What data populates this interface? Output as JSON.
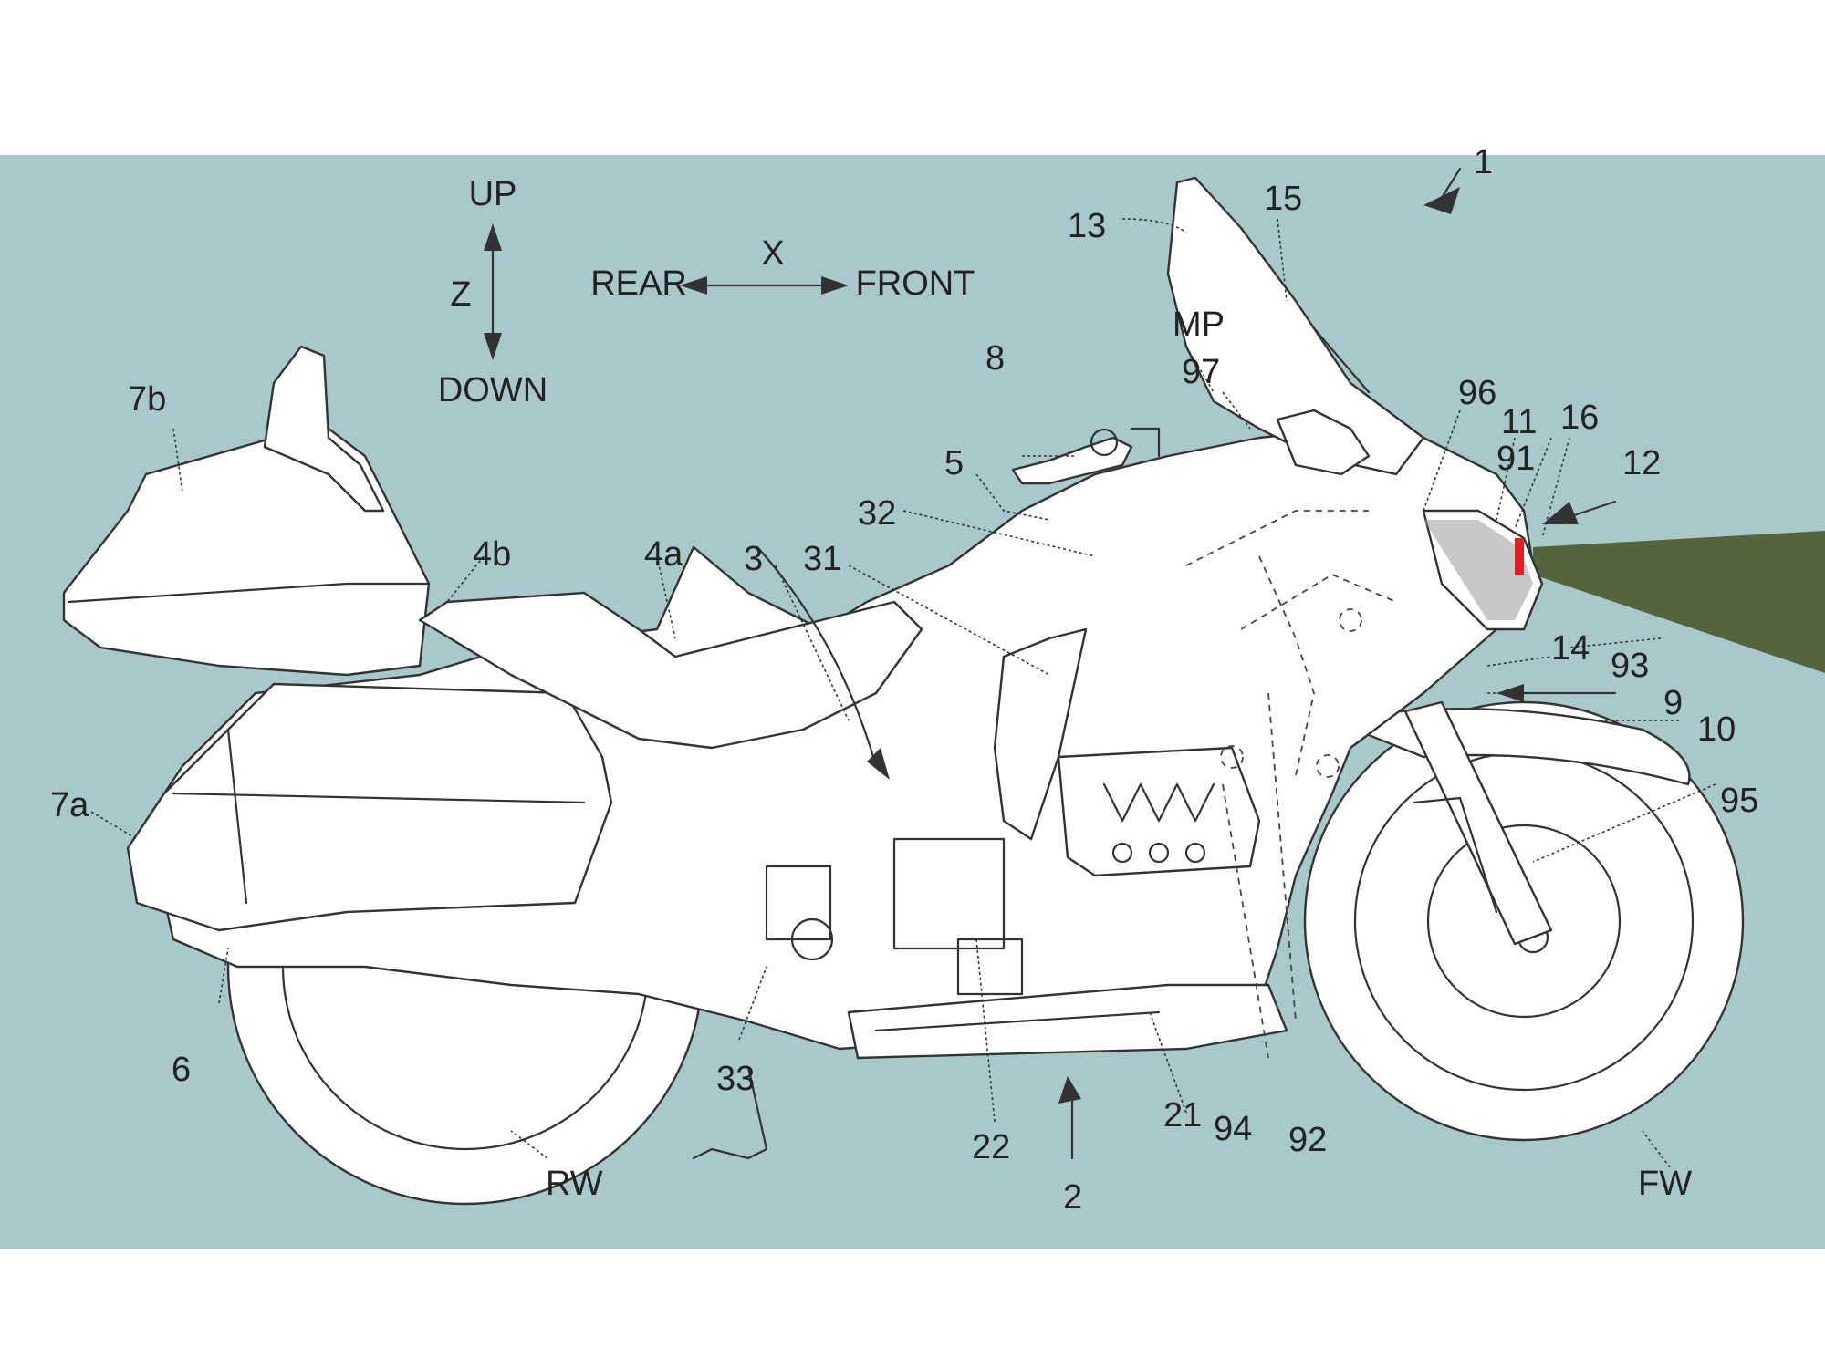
{
  "figure": {
    "background_color": "#a9c8cc",
    "line_color": "#333333",
    "beam_color": "#4a5a2e",
    "highlight_color": "#e02020"
  },
  "axes": {
    "up": "UP",
    "down": "DOWN",
    "z": "Z",
    "x": "X",
    "rear": "REAR",
    "front": "FRONT"
  },
  "labels": {
    "vehicle": "1",
    "windscreen": "13",
    "screen_top": "15",
    "mp": "MP",
    "l97": "97",
    "l96": "96",
    "handlebar": "8",
    "l11": "11",
    "l16": "16",
    "l91": "91",
    "headlight_beam": "12",
    "l5": "5",
    "l32": "32",
    "l7b": "7b",
    "l4b": "4b",
    "l4a": "4a",
    "l3": "3",
    "l31": "31",
    "l14": "14",
    "l93": "93",
    "l9": "9",
    "l10": "10",
    "l7a": "7a",
    "l95": "95",
    "l6": "6",
    "l33": "33",
    "l22": "22",
    "l21": "21",
    "l94": "94",
    "l92": "92",
    "rear_wheel": "RW",
    "l2": "2",
    "front_wheel": "FW"
  }
}
